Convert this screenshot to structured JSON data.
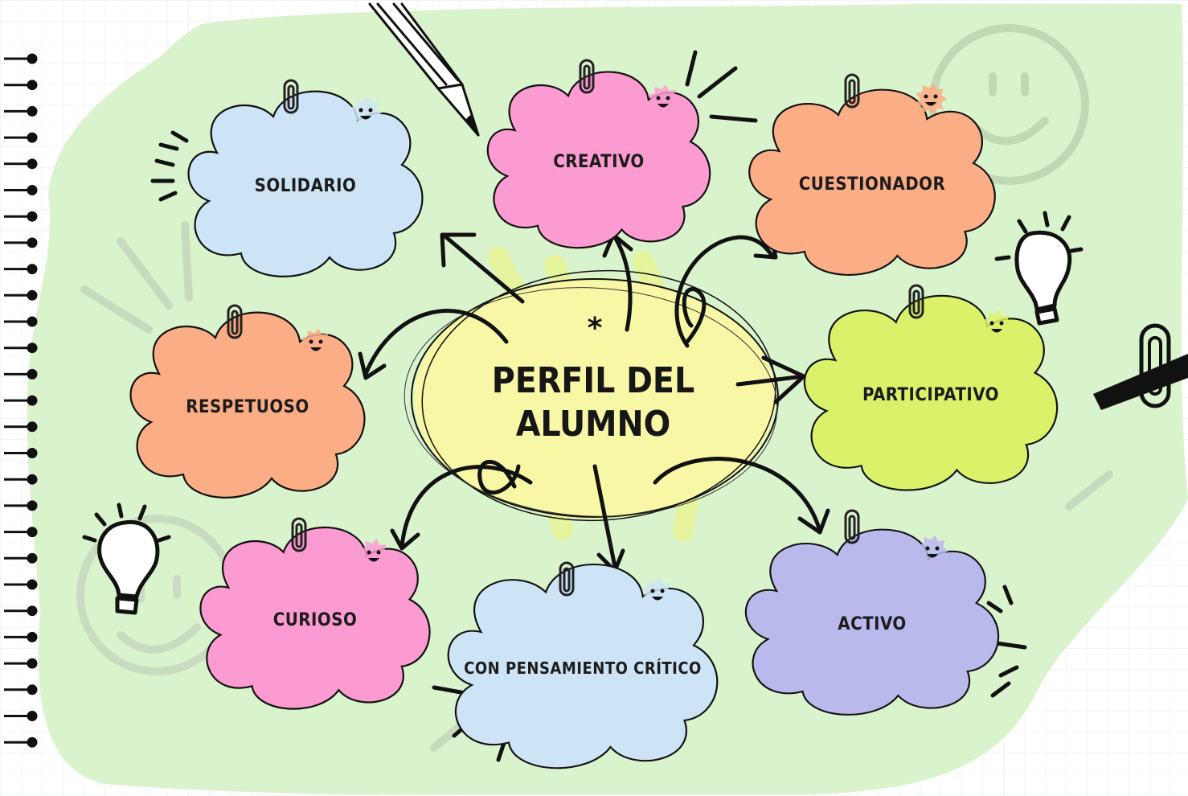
{
  "center": {
    "line1": "PERFIL DEL",
    "line2": "ALUMNO",
    "color": "#f7f7a6"
  },
  "traits": [
    {
      "label": "SOLIDARIO",
      "color": "#cde4f7"
    },
    {
      "label": "CREATIVO",
      "color": "#fb9bd1"
    },
    {
      "label": "CUESTIONADOR",
      "color": "#fbad85"
    },
    {
      "label": "RESPETUOSO",
      "color": "#fbad85"
    },
    {
      "label": "PARTICIPATIVO",
      "color": "#d9f26a"
    },
    {
      "label": "CURIOSO",
      "color": "#fb9bd1"
    },
    {
      "label": "CON PENSAMIENTO CRÍTICO",
      "color": "#cde4f7"
    },
    {
      "label": "ACTIVO",
      "color": "#b9b9ec"
    }
  ],
  "palette": {
    "paper": "#ffffff",
    "grid": "#e6eef2",
    "blob": "#d9f3cc",
    "ink": "#111111"
  }
}
